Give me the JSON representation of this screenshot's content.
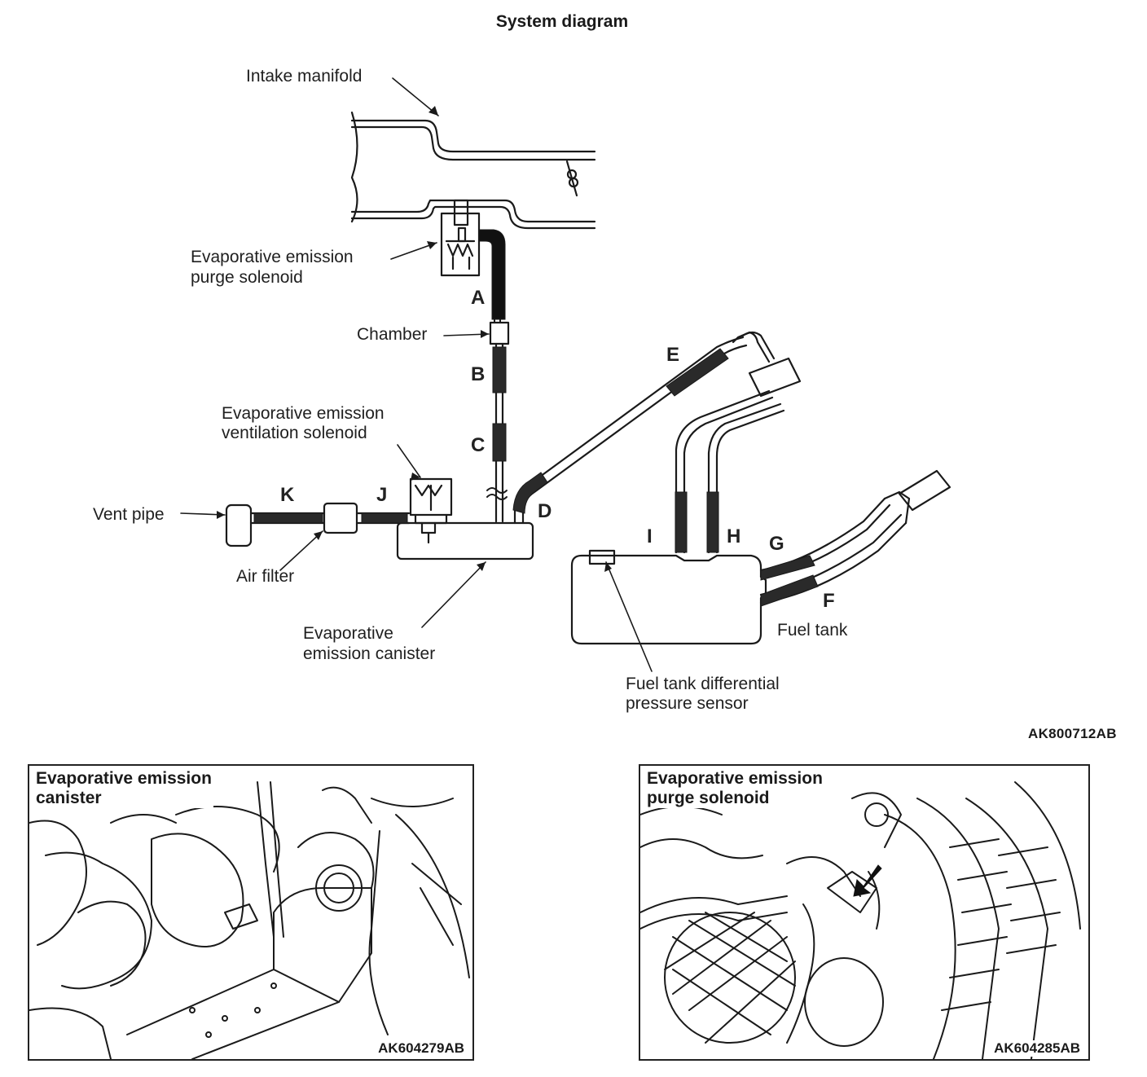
{
  "diagram": {
    "title": "System diagram",
    "labels": {
      "intake_manifold": "Intake manifold",
      "purge_solenoid_l1": "Evaporative emission",
      "purge_solenoid_l2": "purge solenoid",
      "chamber": "Chamber",
      "ventilation_solenoid_l1": "Evaporative emission",
      "ventilation_solenoid_l2": "ventilation solenoid",
      "vent_pipe": "Vent pipe",
      "air_filter": "Air filter",
      "canister_l1": "Evaporative",
      "canister_l2": "emission canister",
      "fuel_tank": "Fuel tank",
      "pressure_sensor_l1": "Fuel tank differential",
      "pressure_sensor_l2": "pressure sensor"
    },
    "hoses": {
      "a": "A",
      "b": "B",
      "c": "C",
      "d": "D",
      "e": "E",
      "f": "F",
      "g": "G",
      "h": "H",
      "i": "I",
      "j": "J",
      "k": "K"
    },
    "figure_code": "AK800712AB"
  },
  "photos": [
    {
      "title_l1": "Evaporative emission",
      "title_l2": "canister",
      "code": "AK604279AB"
    },
    {
      "title_l1": "Evaporative emission",
      "title_l2": "purge solenoid",
      "code": "AK604285AB"
    }
  ]
}
